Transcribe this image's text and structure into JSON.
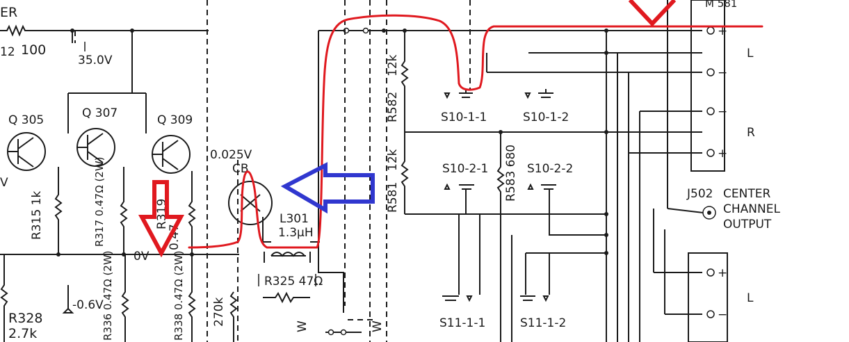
{
  "labels": {
    "er": "ER",
    "r_100": "100",
    "r_12": "12",
    "v_35": "35.0V",
    "q305": "Q 305",
    "q307": "Q 307",
    "q309": "Q 309",
    "v_0025": "0.025V",
    "cb": "CB",
    "r315": "R315 1k",
    "r317": "R317 0.47Ω (2W)",
    "r319": "R319",
    "r319_val": "0.47",
    "v_zero": "0V",
    "v_neg06": "-0.6V",
    "r328": "R328",
    "r328_val": "2.7k",
    "r336": "R336 0.47Ω (2W)",
    "r338": "R338 0.47Ω (2W)",
    "r_270k": "270k",
    "l301": "L301",
    "l301_val": "1.3μH",
    "r325": "R325 47Ω",
    "r582": "R582",
    "r581": "R581",
    "r_12k_a": "12k",
    "r_12k_b": "12k",
    "r583": "R583 680",
    "s10_1_1": "S10-1-1",
    "s10_1_2": "S10-1-2",
    "s10_2_1": "S10-2-1",
    "s10_2_2": "S10-2-2",
    "s11_1_1": "S11-1-1",
    "s11_1_2": "S11-1-2",
    "m581": "M 581",
    "j502": "J502",
    "center": "CENTER",
    "channel": "CHANNEL",
    "output": "OUTPUT",
    "plus": "+",
    "minus": "−",
    "mark_l": "L",
    "mark_r": "R",
    "left_v": "V",
    "bottom_w1": "W",
    "bottom_w2": "W"
  },
  "annotations": {
    "red_color": "#e0191f",
    "blue_color": "#3037cf",
    "ink_color": "#1a1a1a"
  }
}
